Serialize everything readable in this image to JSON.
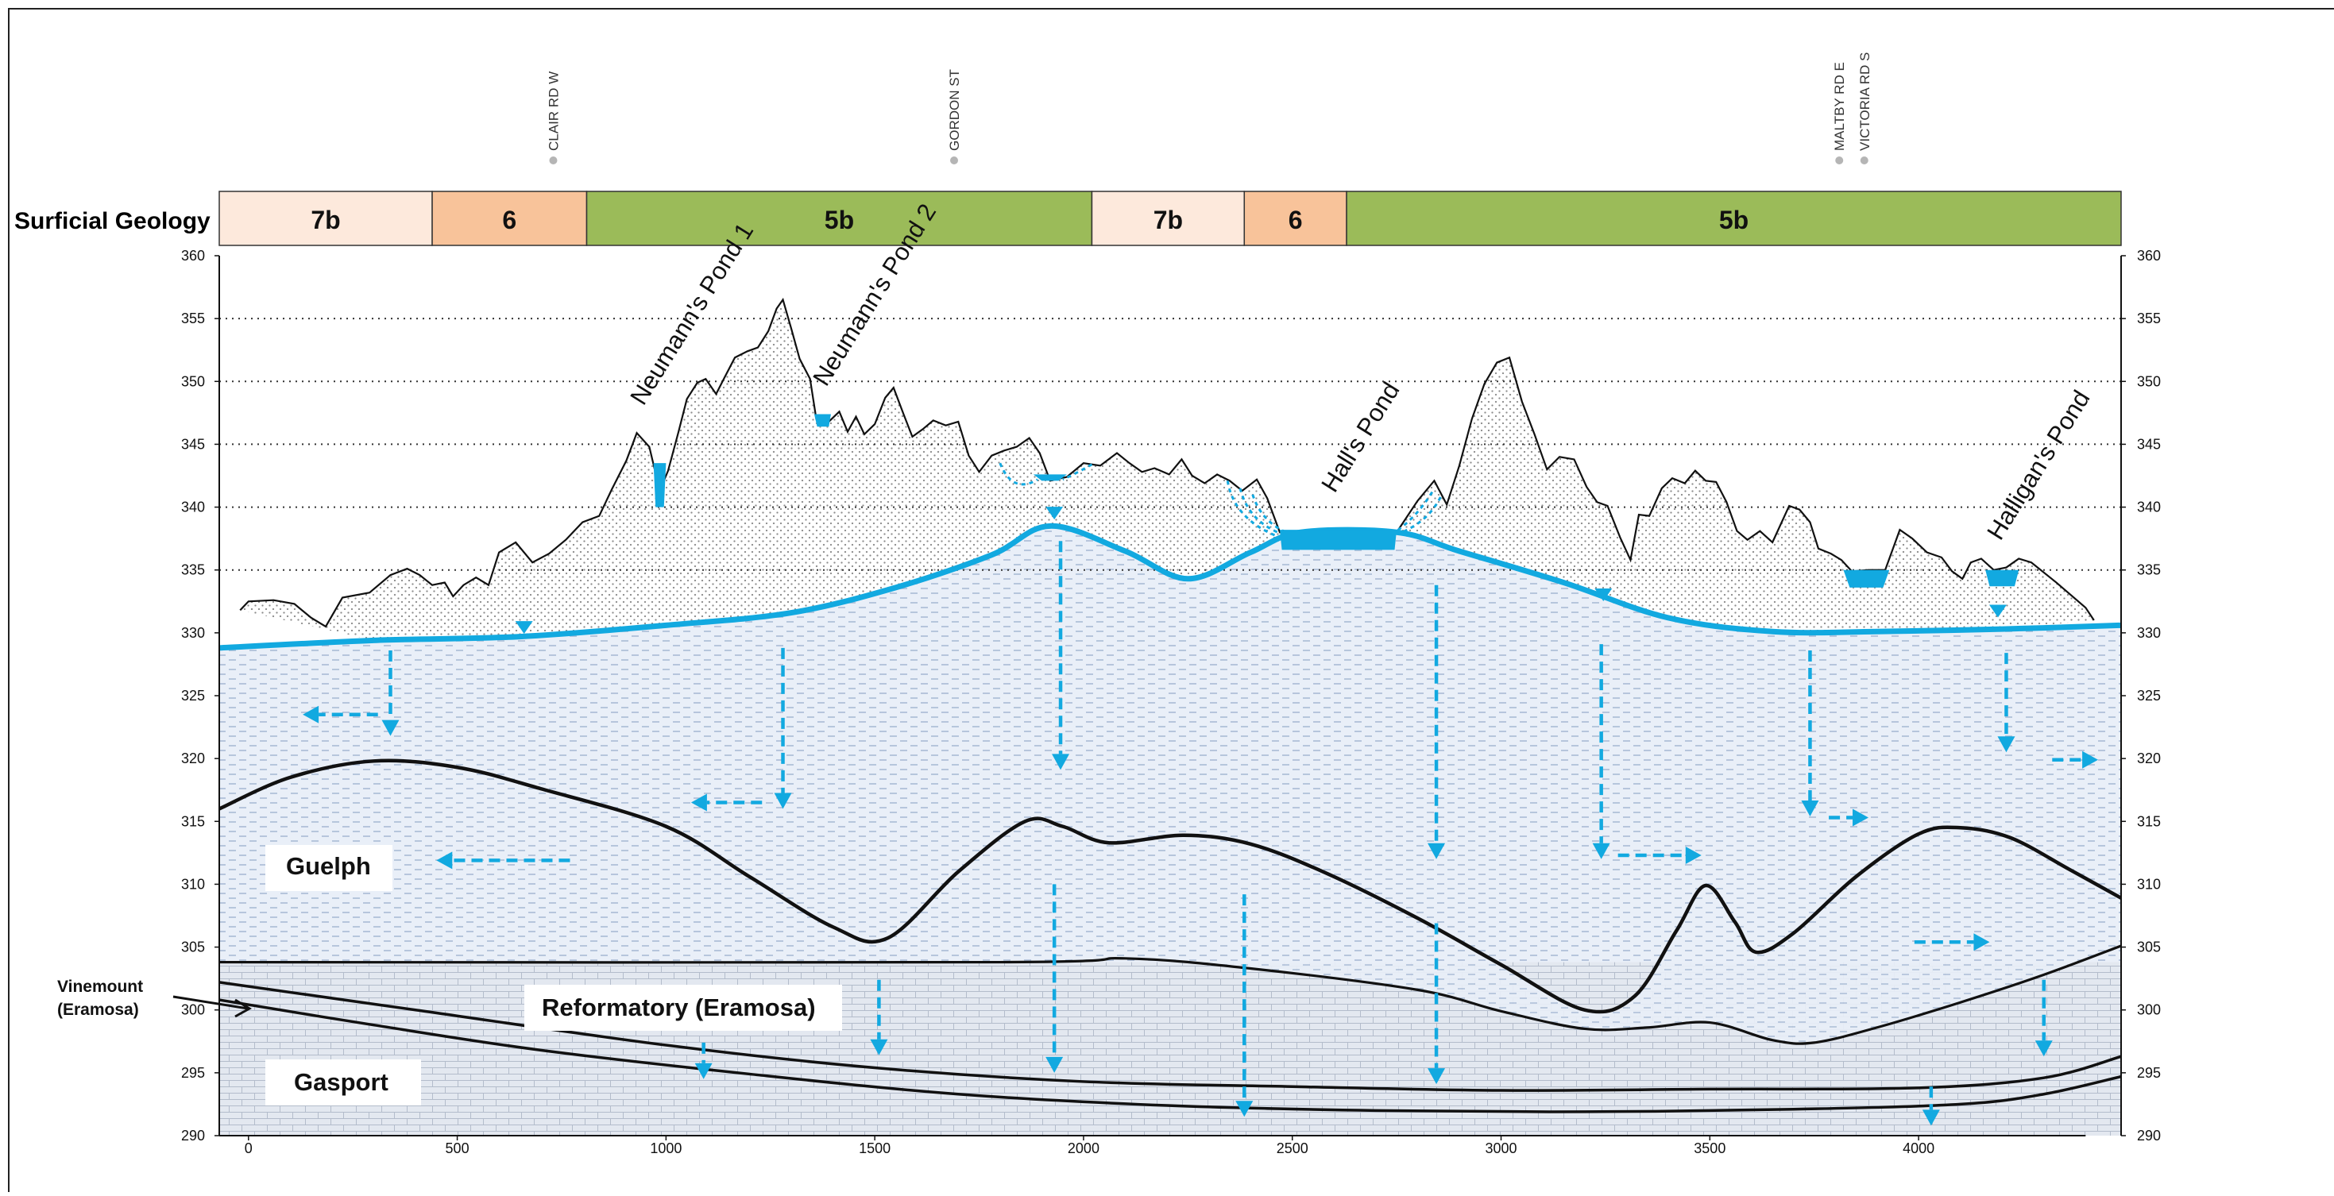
{
  "title": "Surficial Geology",
  "streets": [
    {
      "label": "CLAIR RD W",
      "x": 730
    },
    {
      "label": "GORDON ST",
      "x": 1690
    },
    {
      "label": "MALTBY RD E",
      "x": 3810
    },
    {
      "label": "VICTORIA RD S",
      "x": 3870
    }
  ],
  "geology_units": [
    {
      "label": "7b",
      "from": -70,
      "to": 440,
      "color": "#fde9dc"
    },
    {
      "label": "6",
      "from": 440,
      "to": 810,
      "color": "#f8c39a"
    },
    {
      "label": "5b",
      "from": 810,
      "to": 2020,
      "color": "#9bbb59"
    },
    {
      "label": "7b",
      "from": 2020,
      "to": 2385,
      "color": "#fde9dc"
    },
    {
      "label": "6",
      "from": 2385,
      "to": 2630,
      "color": "#f8c39a"
    },
    {
      "label": "5b",
      "from": 2630,
      "to": 4485,
      "color": "#9bbb59"
    }
  ],
  "axes": {
    "y_ticks": [
      "290",
      "295",
      "300",
      "305",
      "310",
      "315",
      "320",
      "325",
      "330",
      "335",
      "340",
      "345",
      "350",
      "355",
      "360"
    ],
    "x_ticks": [
      "0",
      "500",
      "1000",
      "1500",
      "2000",
      "2500",
      "3000",
      "3500",
      "4000"
    ],
    "ylim": [
      290,
      360
    ],
    "xlim": [
      -70,
      4485
    ]
  },
  "ponds": [
    {
      "label": "Neumann's Pond 1"
    },
    {
      "label": "Neumann's Pond 2"
    },
    {
      "label": "Hall's Pond"
    },
    {
      "label": "Halligan's Pond"
    }
  ],
  "formations": {
    "guelph": "Guelph",
    "reformatory": "Reformatory (Eramosa)",
    "gasport": "Gasport",
    "vinemount_line1": "Vinemount",
    "vinemount_line2": "(Eramosa)"
  },
  "colors": {
    "water": "#12a9e0",
    "overburden_dots": "#9a9a9a",
    "bedrock_fill": "#e8eef7",
    "dotted_grid": "#333333",
    "contact_line": "#111111"
  }
}
